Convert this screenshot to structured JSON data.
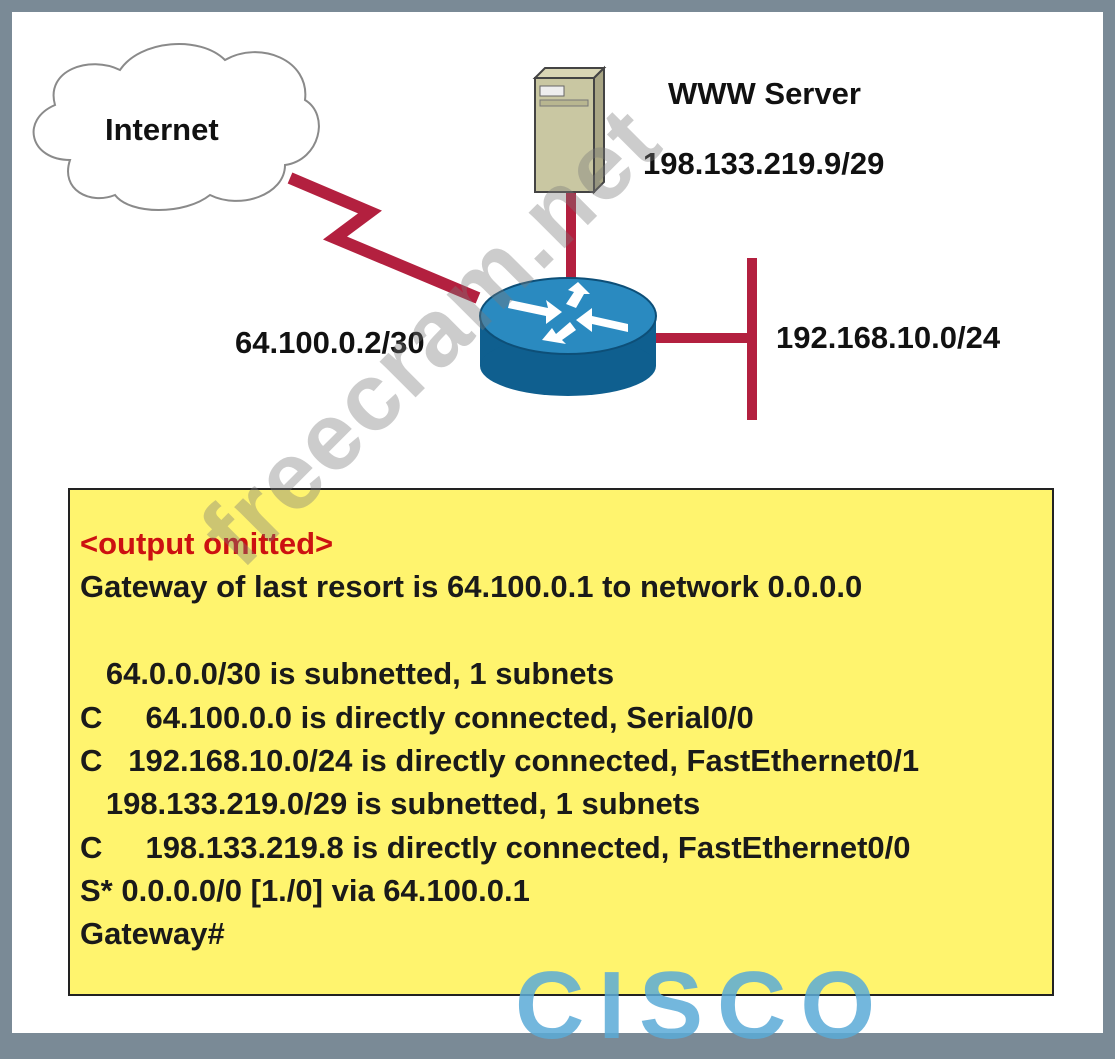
{
  "diagram": {
    "internet_label": "Internet",
    "server_label": "WWW Server",
    "server_ip": "198.133.219.9/29",
    "serial_ip": "64.100.0.2/30",
    "lan_network": "192.168.10.0/24",
    "colors": {
      "link": "#b3203f",
      "router": "#1f79b0",
      "output_bg": "#fff46e",
      "omitted_text": "#cc1111"
    }
  },
  "output": {
    "lines": [
      "<output omitted>",
      "Gateway of last resort is 64.100.0.1 to network 0.0.0.0",
      "",
      "   64.0.0.0/30 is subnetted, 1 subnets",
      "C     64.100.0.0 is directly connected, Serial0/0",
      "C   192.168.10.0/24 is directly connected, FastEthernet0/1",
      "   198.133.219.0/29 is subnetted, 1 subnets",
      "C     198.133.219.8 is directly connected, FastEthernet0/0",
      "S* 0.0.0.0/0 [1./0] via 64.100.0.1",
      "Gateway#"
    ]
  },
  "watermark": "freecram.net",
  "logo": {
    "wordmark": "CISCO",
    "icon": "cisco-bars-logo"
  }
}
